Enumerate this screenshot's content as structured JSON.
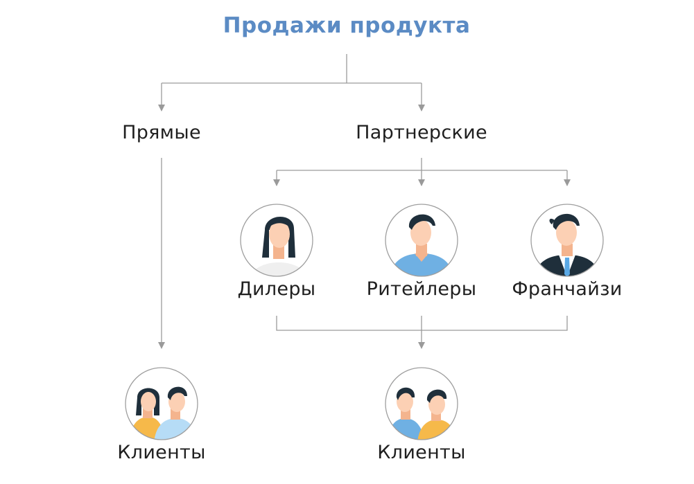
{
  "title": "Продажи продукта",
  "colors": {
    "title": "#5B8BC4",
    "line": "#9a9a9a",
    "text": "#1f1f1f",
    "circle": "#9e9e9e"
  },
  "nodes": {
    "direct": "Прямые",
    "partner": "Партнерские",
    "dealers": "Дилеры",
    "retailers": "Ритейлеры",
    "franchisees": "Франчайзи",
    "clients_direct": "Клиенты",
    "clients_partner": "Клиенты"
  },
  "icons": {
    "dealers": "woman-avatar-icon",
    "retailers": "man-casual-avatar-icon",
    "franchisees": "businessman-avatar-icon",
    "clients_direct": "couple-avatar-icon",
    "clients_partner": "two-men-avatar-icon"
  }
}
